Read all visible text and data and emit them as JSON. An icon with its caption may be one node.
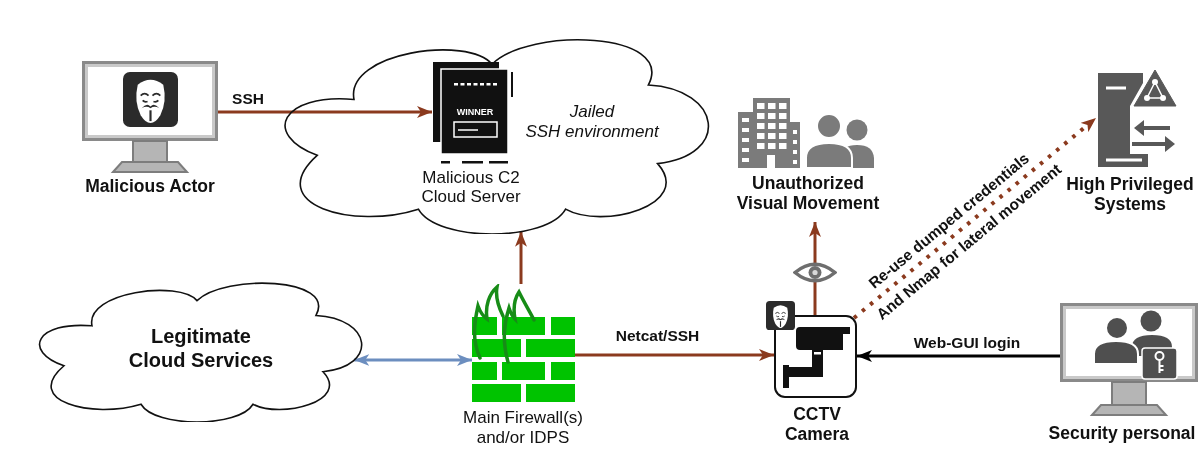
{
  "diagram": {
    "nodes": [
      {
        "text": [
          "Malicious Actor"
        ]
      },
      {
        "text": [
          "Jailed SSH environment"
        ]
      },
      {
        "text": [
          "Malicious C2 Cloud Server"
        ],
        "in": 1
      },
      {
        "text": [
          "Unauthorized Visual Movement"
        ]
      },
      {
        "text": [
          "High Privileged Systems"
        ]
      },
      {
        "text": [
          "Legitimate Cloud Services"
        ]
      },
      {
        "text": [
          "Main Firewall(s) and/or IDPS"
        ]
      },
      {
        "text": [
          "CCTV Camera"
        ]
      },
      {
        "text": [
          "Security personal"
        ]
      }
    ],
    "edges": [
      {
        "from": 0,
        "to": 2,
        "arrow": "to",
        "label": "SSH"
      },
      {
        "from": 6,
        "to": 1,
        "arrow": "to"
      },
      {
        "from": 5,
        "to": 6,
        "arrow": "both",
        "color": "#6c8ebf"
      },
      {
        "from": 6,
        "to": 7,
        "arrow": "to",
        "label": "Netcat/SSH"
      },
      {
        "from": 7,
        "to": 3,
        "arrow": "to"
      },
      {
        "from": 7,
        "to": 4,
        "arrow": "to",
        "label": "Re-use dumped credentials",
        "style": "dashed"
      },
      {
        "from": 8,
        "to": 7,
        "arrow": "to",
        "label": "Web-GUI login",
        "color": "#000000"
      }
    ],
    "labels": [
      "WINNER",
      "And Nmap for lateral movement"
    ]
  }
}
